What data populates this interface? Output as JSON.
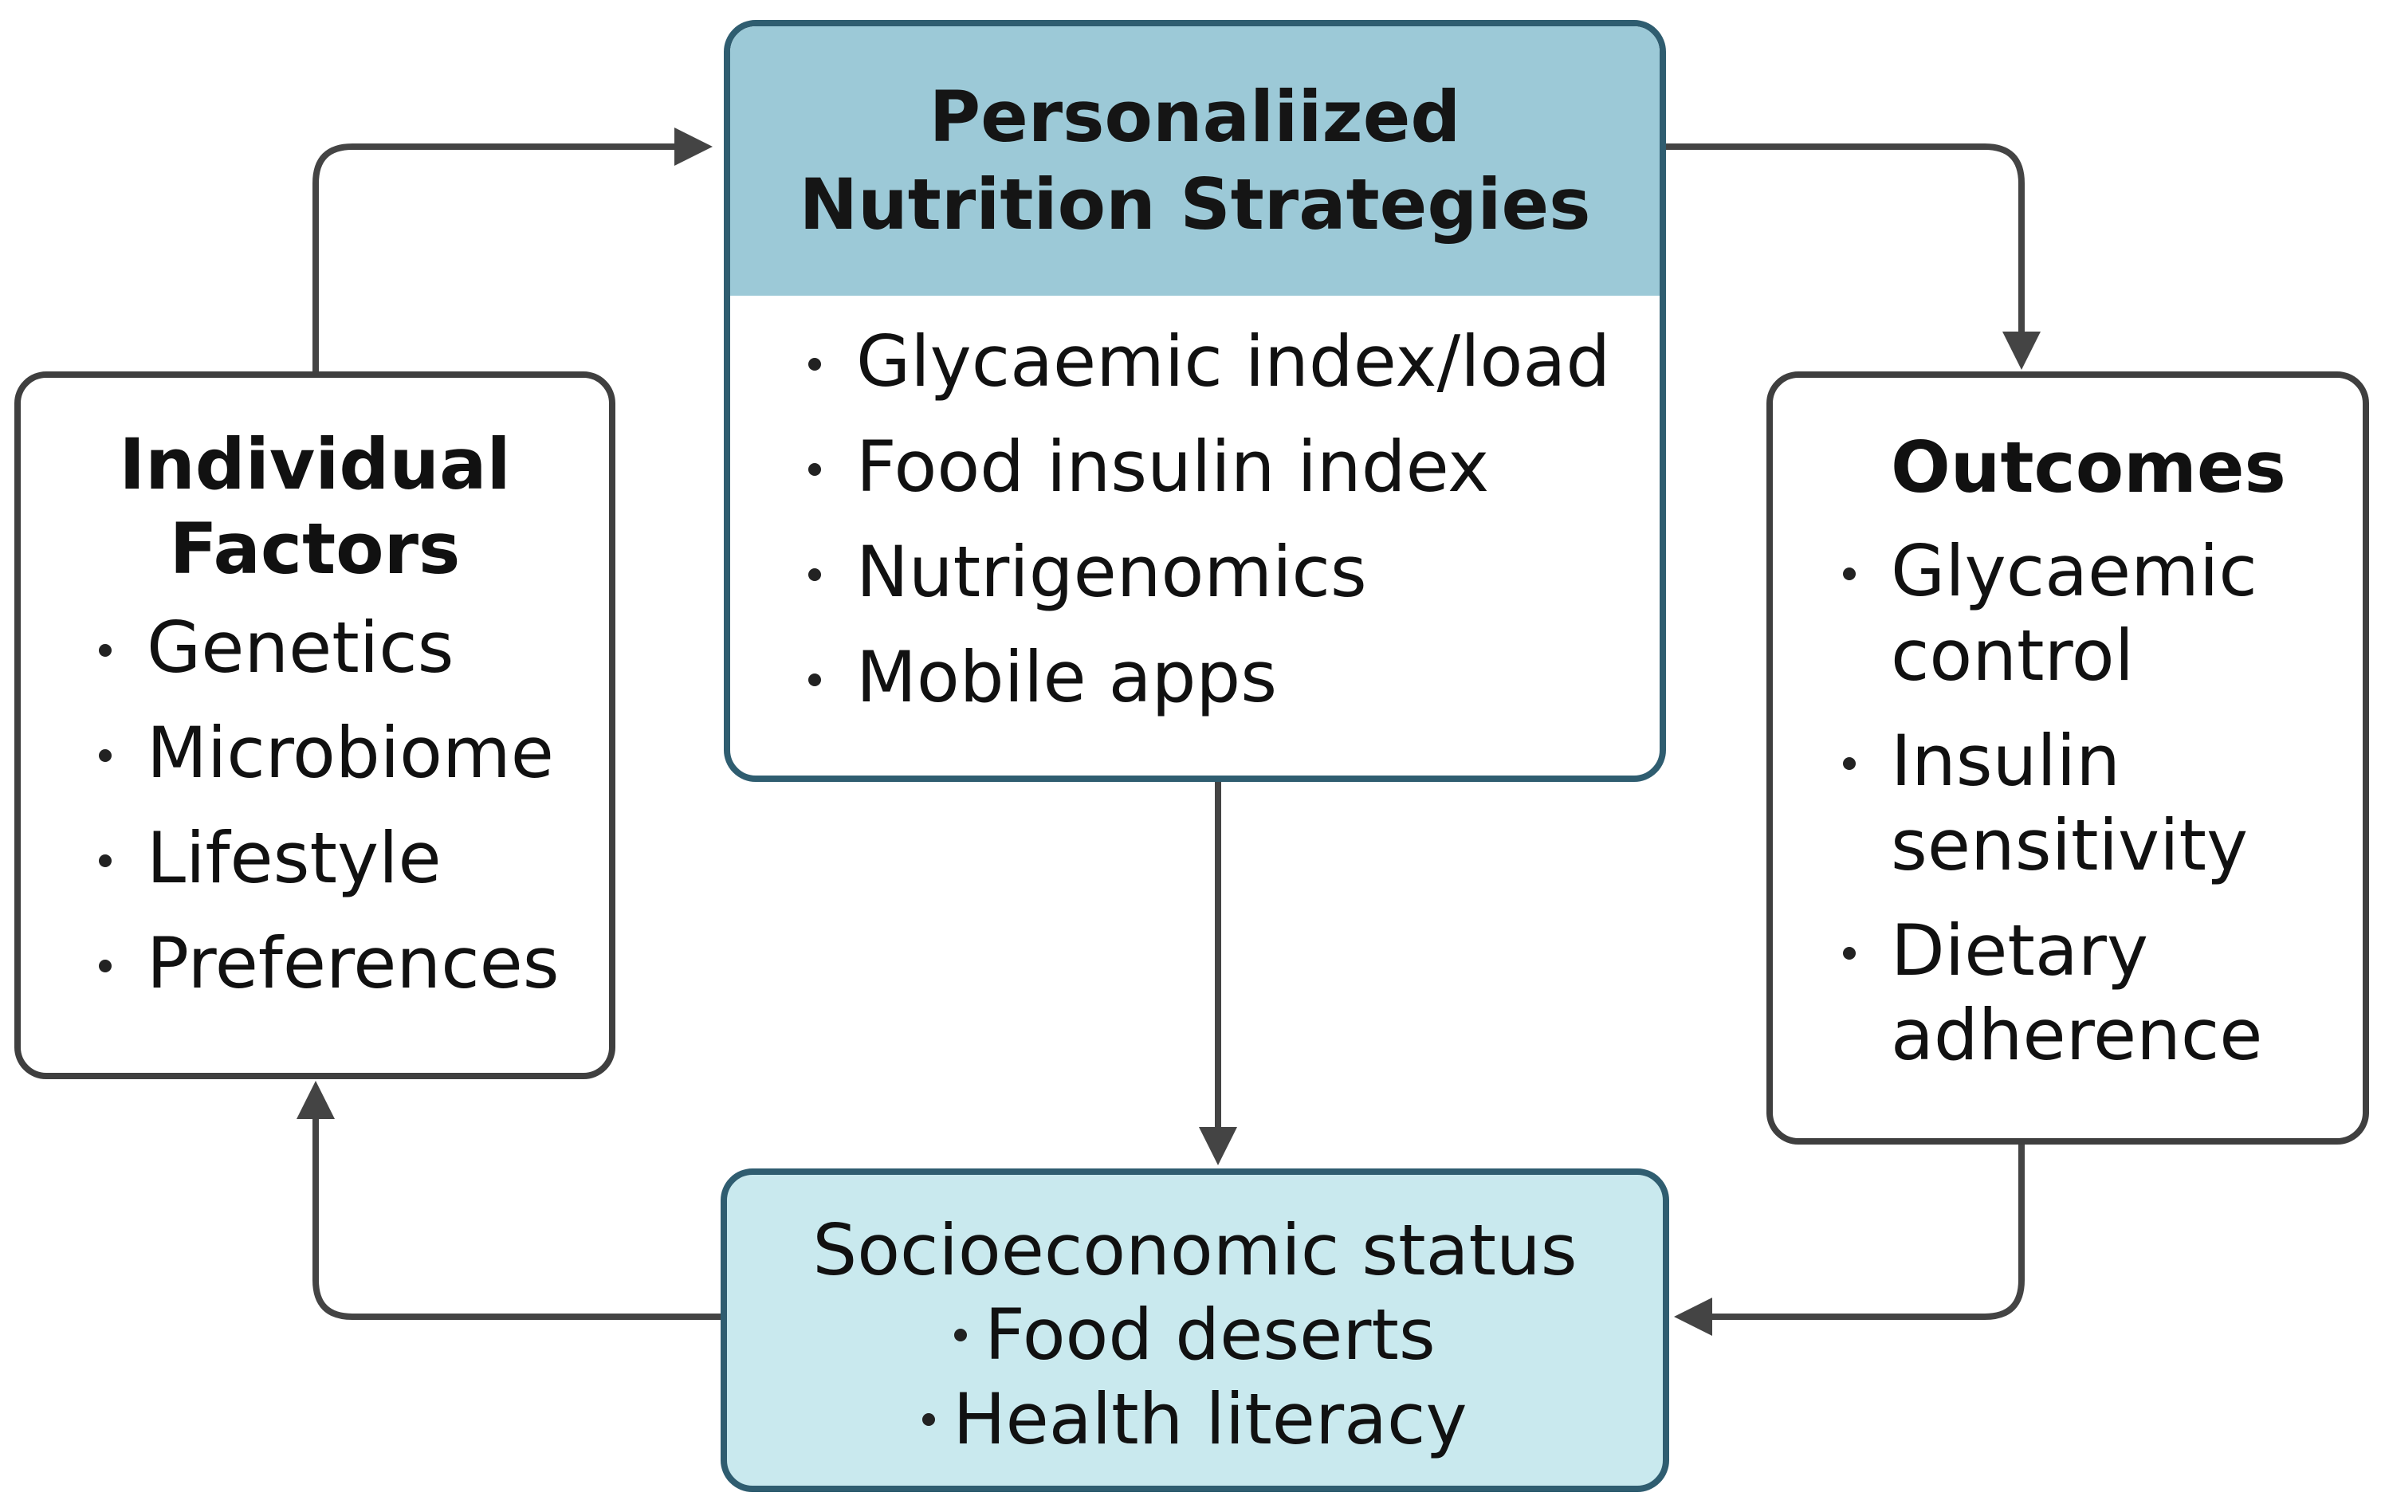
{
  "strategies": {
    "title_line1": "Personaliized",
    "title_line2": "Nutrition Strategies",
    "items": [
      "Glycaemic index/load",
      "Food insulin index",
      "Nutrigenomics",
      "Mobile apps"
    ]
  },
  "factors": {
    "title_line1": "Individual",
    "title_line2": "Factors",
    "items": [
      "Genetics",
      "Microbiome",
      "Lifestyle",
      "Preferences"
    ]
  },
  "outcomes": {
    "title": "Outcomes",
    "items": [
      {
        "line1": "Glycaemic",
        "line2": "control"
      },
      {
        "line1": "Insulin",
        "line2": "sensitivity"
      },
      {
        "line1": "Dietary",
        "line2": "adherence"
      }
    ]
  },
  "socioeconomic": {
    "title": "Socioeconomic status",
    "items": [
      "Food deserts",
      "Health literacy"
    ]
  },
  "colors": {
    "header_fill": "#9cc9d7",
    "bottom_fill": "#c9e9ee",
    "teal_border": "#2f5d70",
    "dark_border": "#3f3f3f",
    "arrow": "#444444"
  }
}
